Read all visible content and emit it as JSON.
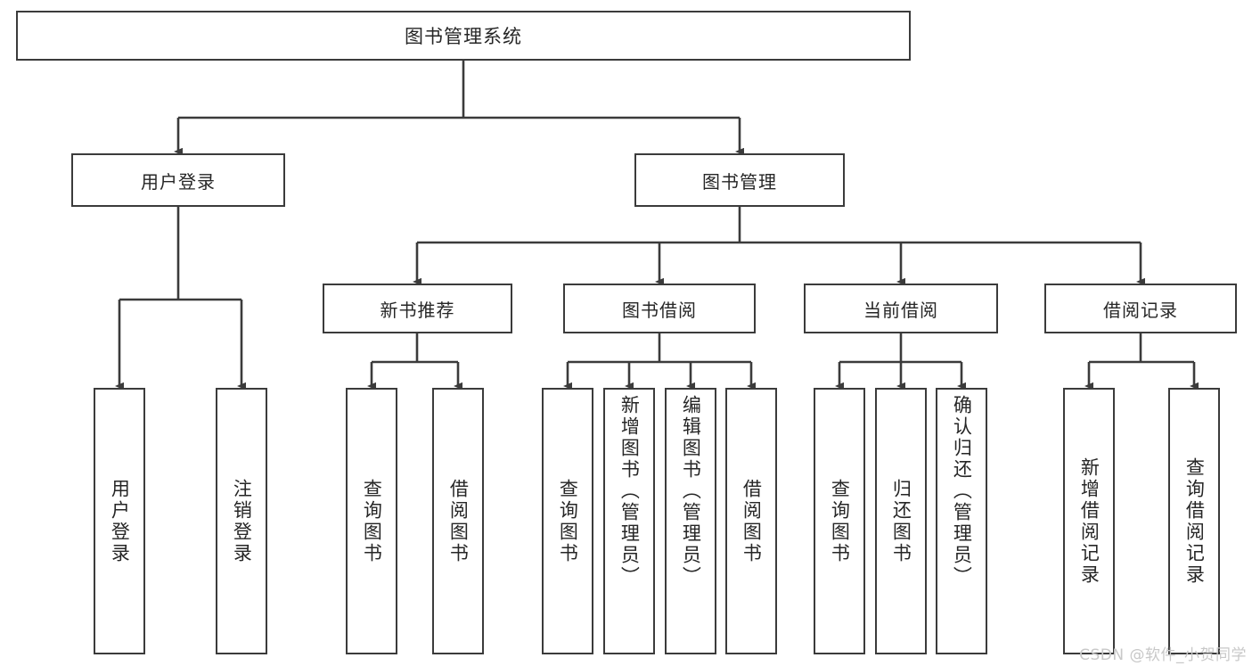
{
  "diagram": {
    "title": "图书管理系统",
    "type": "tree-hierarchy-chart",
    "stroke_color": "#3b3b3b",
    "text_color": "#262626",
    "background": "#ffffff"
  },
  "root": {
    "label": "图书管理系统"
  },
  "level2": [
    {
      "id": "user-login",
      "label": "用户登录"
    },
    {
      "id": "book-manage",
      "label": "图书管理"
    }
  ],
  "level3": [
    {
      "id": "new-book-recommend",
      "label": "新书推荐",
      "parent": "book-manage"
    },
    {
      "id": "book-borrow",
      "label": "图书借阅",
      "parent": "book-manage"
    },
    {
      "id": "current-borrow",
      "label": "当前借阅",
      "parent": "book-manage"
    },
    {
      "id": "borrow-record",
      "label": "借阅记录",
      "parent": "book-manage"
    }
  ],
  "leaves": [
    {
      "id": "leaf-user-login",
      "label": "用户登录",
      "parent": "user-login"
    },
    {
      "id": "leaf-logout",
      "label": "注销登录",
      "parent": "user-login"
    },
    {
      "id": "leaf-query-book-1",
      "label": "查询图书",
      "parent": "new-book-recommend"
    },
    {
      "id": "leaf-borrow-book-1",
      "label": "借阅图书",
      "parent": "new-book-recommend"
    },
    {
      "id": "leaf-query-book-2",
      "label": "查询图书",
      "parent": "book-borrow"
    },
    {
      "id": "leaf-add-book",
      "label": "新增图书（管理员）",
      "parent": "book-borrow"
    },
    {
      "id": "leaf-edit-book",
      "label": "编辑图书（管理员）",
      "parent": "book-borrow"
    },
    {
      "id": "leaf-borrow-book-2",
      "label": "借阅图书",
      "parent": "book-borrow"
    },
    {
      "id": "leaf-query-book-3",
      "label": "查询图书",
      "parent": "current-borrow"
    },
    {
      "id": "leaf-return-book",
      "label": "归还图书",
      "parent": "current-borrow"
    },
    {
      "id": "leaf-confirm-return",
      "label": "确认归还（管理员）",
      "parent": "current-borrow"
    },
    {
      "id": "leaf-add-record",
      "label": "新增借阅记录",
      "parent": "borrow-record"
    },
    {
      "id": "leaf-query-record",
      "label": "查询借阅记录",
      "parent": "borrow-record"
    }
  ],
  "watermark": {
    "text": "CSDN @软件_小贺同学"
  }
}
